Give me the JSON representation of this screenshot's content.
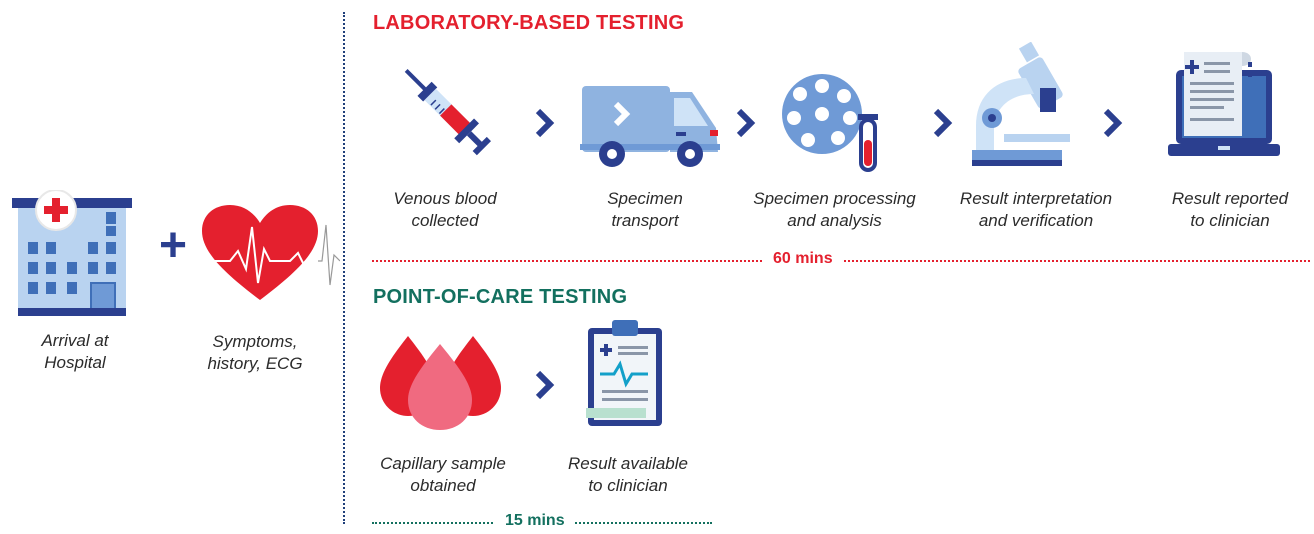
{
  "colors": {
    "lab_red": "#e4202e",
    "poc_green": "#13705f",
    "navy": "#2b3f8f",
    "divider": "#1f3f7a"
  },
  "left": {
    "arrival_caption": "Arrival at\nHospital",
    "plus_symbol": "+",
    "symptoms_caption": "Symptoms,\nhistory, ECG"
  },
  "lab": {
    "title": "LABORATORY-BASED TESTING",
    "duration": "60 mins",
    "steps": [
      {
        "icon": "syringe-icon",
        "caption": "Venous blood\ncollected"
      },
      {
        "icon": "van-icon",
        "caption": "Specimen\ntransport"
      },
      {
        "icon": "centrifuge-icon",
        "caption": "Specimen processing\nand analysis"
      },
      {
        "icon": "microscope-icon",
        "caption": "Result interpretation\nand verification"
      },
      {
        "icon": "laptop-report-icon",
        "caption": "Result reported\nto clinician"
      }
    ]
  },
  "poc": {
    "title": "POINT-OF-CARE TESTING",
    "duration": "15 mins",
    "steps": [
      {
        "icon": "blood-drops-icon",
        "caption": "Capillary sample\nobtained"
      },
      {
        "icon": "clipboard-report-icon",
        "caption": "Result available\nto clinician"
      }
    ]
  }
}
